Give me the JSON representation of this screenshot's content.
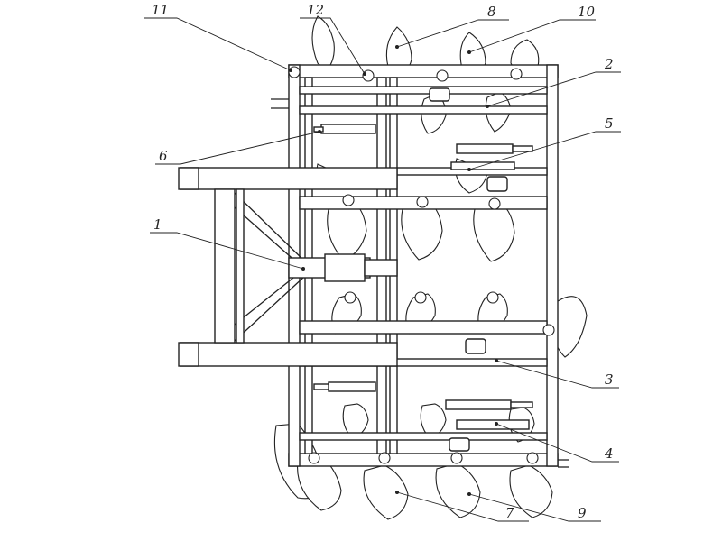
{
  "diagram": {
    "callouts": [
      {
        "id": "c11",
        "label": "11"
      },
      {
        "id": "c12",
        "label": "12"
      },
      {
        "id": "c8",
        "label": "8"
      },
      {
        "id": "c10",
        "label": "10"
      },
      {
        "id": "c2",
        "label": "2"
      },
      {
        "id": "c5",
        "label": "5"
      },
      {
        "id": "c6",
        "label": "6"
      },
      {
        "id": "c1",
        "label": "1"
      },
      {
        "id": "c3",
        "label": "3"
      },
      {
        "id": "c4",
        "label": "4"
      },
      {
        "id": "c7",
        "label": "7"
      },
      {
        "id": "c9",
        "label": "9"
      }
    ]
  }
}
